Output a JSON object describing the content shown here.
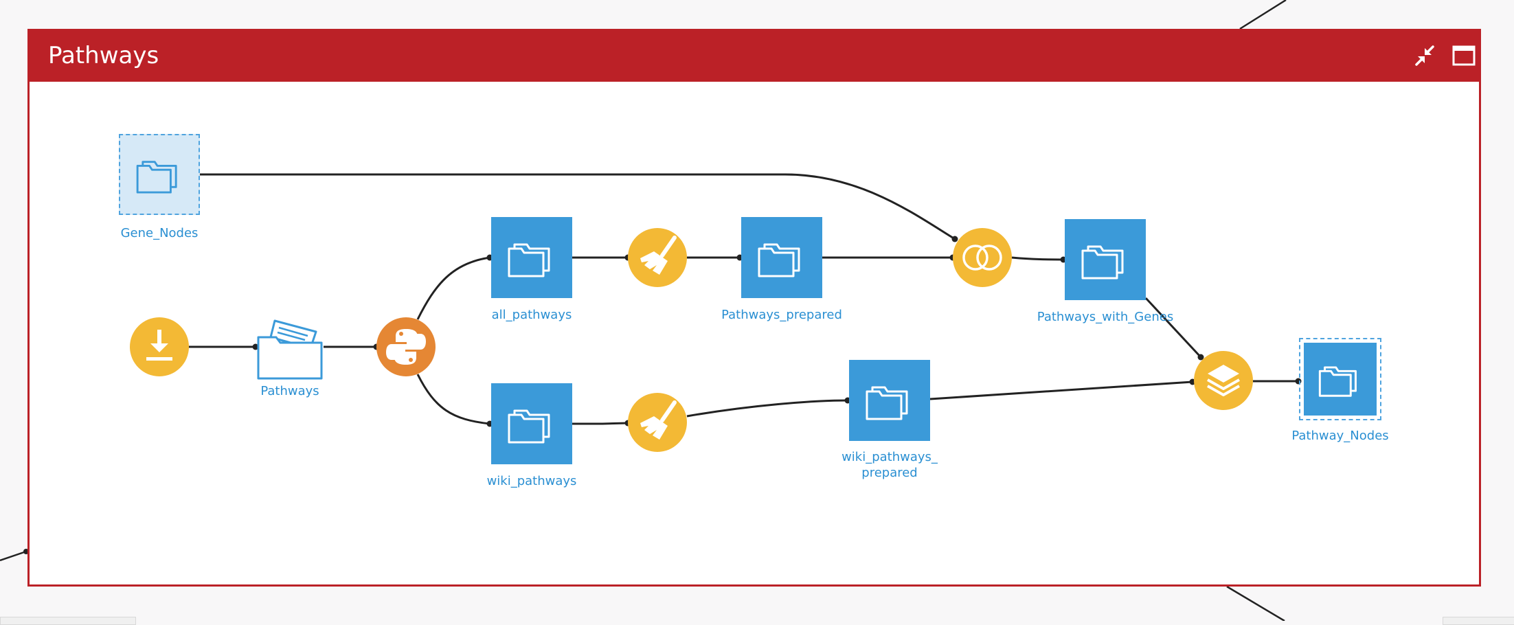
{
  "zone": {
    "title": "Pathways",
    "accent_color": "#bb2127",
    "collapse_icon": "collapse-arrows-icon",
    "maximize_icon": "window-maximize-icon"
  },
  "colors": {
    "dataset": "#3b9ad9",
    "recipe_visual": "#f3b935",
    "recipe_python": "#e58734",
    "label": "#2a8fd2",
    "edge": "#222222"
  },
  "nodes": {
    "gene_nodes": {
      "label": "Gene_Nodes",
      "icon": "folder-dataset-icon"
    },
    "download": {
      "icon": "download-recipe-icon"
    },
    "pathways": {
      "label": "Pathways",
      "icon": "managed-folder-icon"
    },
    "python": {
      "icon": "python-recipe-icon"
    },
    "all_pathways": {
      "label": "all_pathways",
      "icon": "folder-dataset-icon"
    },
    "wiki_pathways": {
      "label": "wiki_pathways",
      "icon": "folder-dataset-icon"
    },
    "prepare1": {
      "icon": "prepare-broom-icon"
    },
    "prepare2": {
      "icon": "prepare-broom-icon"
    },
    "pathways_prepared": {
      "label": "Pathways_prepared",
      "icon": "folder-dataset-icon"
    },
    "wiki_pathways_prepared": {
      "label": "wiki_pathways_\nprepared",
      "icon": "folder-dataset-icon"
    },
    "join": {
      "icon": "join-rings-icon"
    },
    "pathways_with_genes": {
      "label": "Pathways_with_Genes",
      "icon": "folder-dataset-icon"
    },
    "stack": {
      "icon": "stack-layers-icon"
    },
    "pathway_nodes": {
      "label": "Pathway_Nodes",
      "icon": "folder-dataset-icon"
    }
  }
}
